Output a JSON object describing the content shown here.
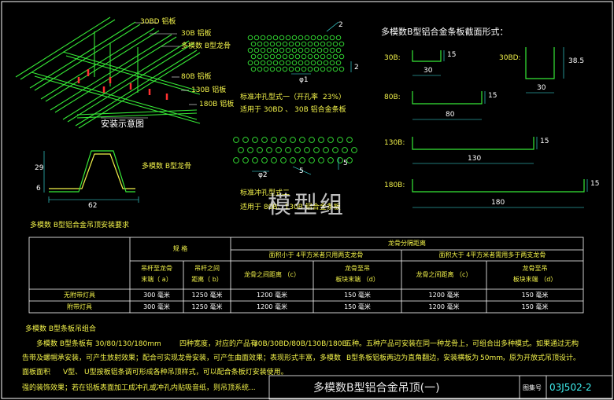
{
  "install_labels": {
    "l1": "30BD 铝板",
    "l2": "30B 铝板",
    "l3": "多模数 B型龙骨",
    "l4": "80B 铝板",
    "l5": "130B 铝板",
    "l6": "180B 铝板",
    "caption": "安装示意图"
  },
  "perf_a": {
    "note1": "标准冲孔型式一（开孔率",
    "note1_rate": "23%）",
    "note2": "适用于  30BD 、 30B 铝合金条板",
    "dim": "φ1",
    "dim2": "2",
    "dim3": "2"
  },
  "perf_b": {
    "note1": "标准冲孔型式二",
    "note2": "适用于  80B、130B 铝合金条板",
    "dim": "φ2",
    "dim2": "5",
    "dim3": "5"
  },
  "keel": {
    "label": "多模数  B型龙骨",
    "dim_h1": "29",
    "dim_h2": "6",
    "dim_w": "62"
  },
  "sections": {
    "title": "多模数B型铝合金条板截面形式：",
    "s30b": {
      "name": "30B:",
      "w": "30",
      "h": "15"
    },
    "s30bd": {
      "name": "30BD:",
      "w": "30",
      "h": "38.5"
    },
    "s80b": {
      "name": "80B:",
      "w": "80",
      "h": "15"
    },
    "s130b": {
      "name": "130B:",
      "w": "130",
      "h": "15"
    },
    "s180b": {
      "name": "180B:",
      "w": "180",
      "h": "15"
    }
  },
  "table": {
    "caption": "多模数  B型铝合金吊顶安装要求",
    "spec": "规  格",
    "keel_spacing": "龙骨分隔距离",
    "group1": "面积小于   4平方米者只用两支龙骨",
    "group2": "面积大于   4平方米者需用多于两支龙骨",
    "c1a": "吊杆至龙骨",
    "c1b": "末端（ a）",
    "c2a": "吊杆之间",
    "c2b": "距离（ b）",
    "c3": "龙骨之间距离    （c）",
    "c4a": "龙骨至吊",
    "c4b": "板块末端    （d）",
    "c5": "龙骨之间距离    （c）",
    "c6a": "龙骨至吊",
    "c6b": "板块末端    （d）",
    "rows": [
      {
        "name": "无附带灯具",
        "a": "300 毫米",
        "b": "1250 毫米",
        "c1": "1200 毫米",
        "d1": "150 毫米",
        "c2": "1200 毫米",
        "d2": "150 毫米"
      },
      {
        "name": "附带灯具",
        "a": "300 毫米",
        "b": "1250 毫米",
        "c1": "1200 毫米",
        "d1": "150 毫米",
        "c2": "1200 毫米",
        "d2": "150 毫米"
      }
    ]
  },
  "notes": {
    "heading": "多模数  B型条板吊组合",
    "l1a": "多模数  B型条板有  30/80/130/180mm",
    "l1b": "四种宽度，对应的产品有",
    "l1c": "30B/30BD/80B/130B/180B",
    "l1d": "五种。五种产品可安装在同一种龙骨上，可组合出多种模式。如果通过无构",
    "l2a": "告带及螺帽承安装，可产生放射效果；配合可实现龙骨安装，可产生曲面效果；表现形式丰富，多模数",
    "l2b": "B型条板铝板两边为直角翻边，安装横板为",
    "l2c": "50mm",
    "l2d": "，原为开放式吊顶设计。",
    "l3a": "面板面积",
    "l3b": "V型、 U型按板铝条调可形成各种吊顶样式，可以配合条板灯安装使用。",
    "l4": "强的装饰效果；若在铝板表面加工成冲孔或冲孔内贴吸音纸，则吊顶系统..."
  },
  "title_block": {
    "title": "多模数B型铝合金吊顶(一)",
    "label": "图集号",
    "number": "03J502-2"
  },
  "watermark": "模型组",
  "colors": {
    "background": "#000000",
    "drawing_green": "#36e836",
    "dimension_cyan": "#3ff0f0",
    "accent_red": "#ff3030",
    "text_yellow": "#f2f24a",
    "frame_white": "#ffffff"
  }
}
